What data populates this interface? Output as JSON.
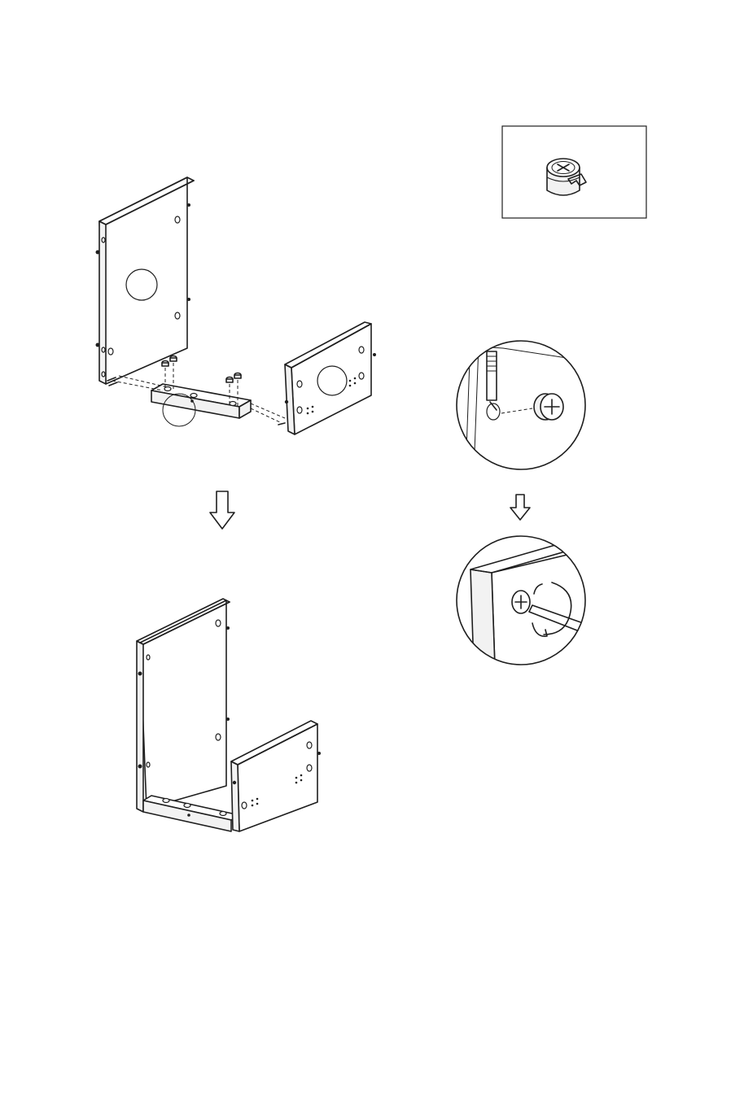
{
  "page": {
    "background": "#ffffff",
    "line_color": "#1e1e1e"
  },
  "figures": {
    "hardware_callout": {
      "icon": "cam-lock-icon"
    },
    "exploded_step": {
      "icon": "exploded-panels"
    },
    "arrow_main": {
      "icon": "down-arrow-icon"
    },
    "assembled_result": {
      "icon": "assembled-frame"
    },
    "detail_insert": {
      "icon": "magnified-insert-cam"
    },
    "arrow_detail": {
      "icon": "down-arrow-icon"
    },
    "detail_tighten": {
      "icon": "magnified-tighten-cam"
    }
  }
}
